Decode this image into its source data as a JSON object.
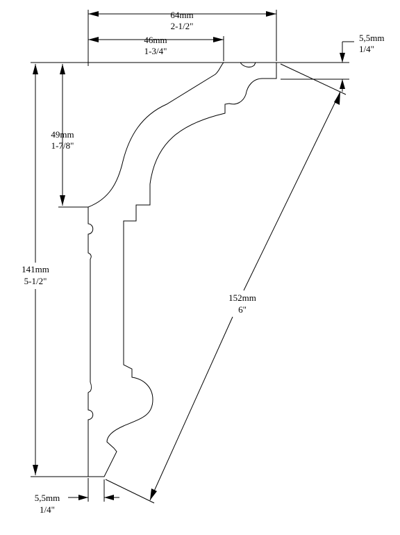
{
  "dimensions": {
    "top_width": {
      "metric": "64mm",
      "imperial": "2-1/2\""
    },
    "top_inner_width": {
      "metric": "46mm",
      "imperial": "1-3/4\""
    },
    "top_right_offset": {
      "metric": "5,5mm",
      "imperial": "1/4\""
    },
    "left_upper_height": {
      "metric": "49mm",
      "imperial": "1-7/8\""
    },
    "total_height": {
      "metric": "141mm",
      "imperial": "5-1/2\""
    },
    "diagonal_face": {
      "metric": "152mm",
      "imperial": "6\""
    },
    "bottom_offset": {
      "metric": "5,5mm",
      "imperial": "1/4\""
    }
  }
}
